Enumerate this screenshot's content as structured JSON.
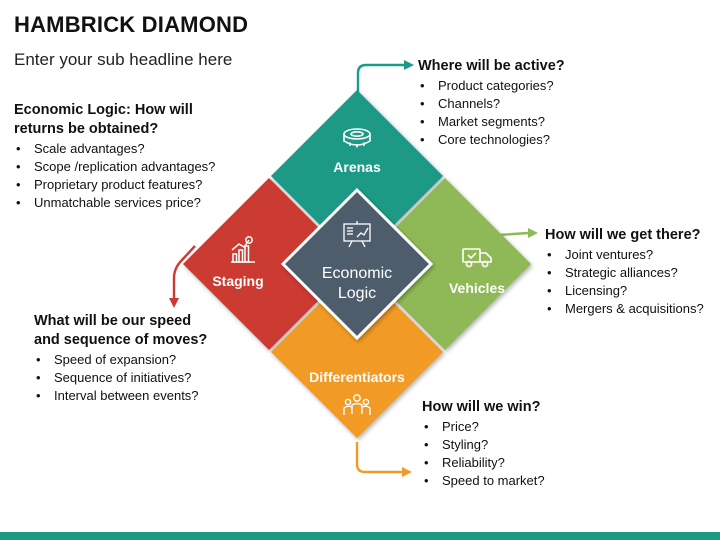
{
  "header": {
    "title": "HAMBRICK DIAMOND",
    "subtitle": "Enter your sub headline here"
  },
  "center": {
    "line1": "Economic",
    "line2": "Logic",
    "icon": "presentation-chart-icon"
  },
  "diamonds": {
    "arenas": {
      "label": "Arenas",
      "color": "#1c9a86",
      "icon": "stadium-icon"
    },
    "staging": {
      "label": "Staging",
      "color": "#cc3a33",
      "icon": "growth-chart-icon"
    },
    "vehicles": {
      "label": "Vehicles",
      "color": "#8fb957",
      "icon": "delivery-truck-icon"
    },
    "differentiators": {
      "label": "Differentiators",
      "color": "#f19a26",
      "icon": "team-people-icon"
    },
    "center_color": "#4e5d6c"
  },
  "blocks": {
    "economic": {
      "question_line1": "Economic Logic: How will",
      "question_line2": "returns be obtained?",
      "items": [
        "Scale advantages?",
        "Scope /replication advantages?",
        "Proprietary product features?",
        "Unmatchable services price?"
      ]
    },
    "arenas": {
      "question": "Where will be active?",
      "items": [
        "Product categories?",
        "Channels?",
        "Market segments?",
        "Core technologies?"
      ]
    },
    "vehicles": {
      "question": "How will we get there?",
      "items": [
        "Joint ventures?",
        "Strategic alliances?",
        "Licensing?",
        "Mergers & acquisitions?"
      ]
    },
    "staging": {
      "question_line1": "What will be our speed",
      "question_line2": "and sequence of moves?",
      "items": [
        "Speed of expansion?",
        "Sequence of initiatives?",
        "Interval between events?"
      ]
    },
    "differentiators": {
      "question": "How will we win?",
      "items": [
        "Price?",
        "Styling?",
        "Reliability?",
        "Speed to market?"
      ]
    }
  }
}
